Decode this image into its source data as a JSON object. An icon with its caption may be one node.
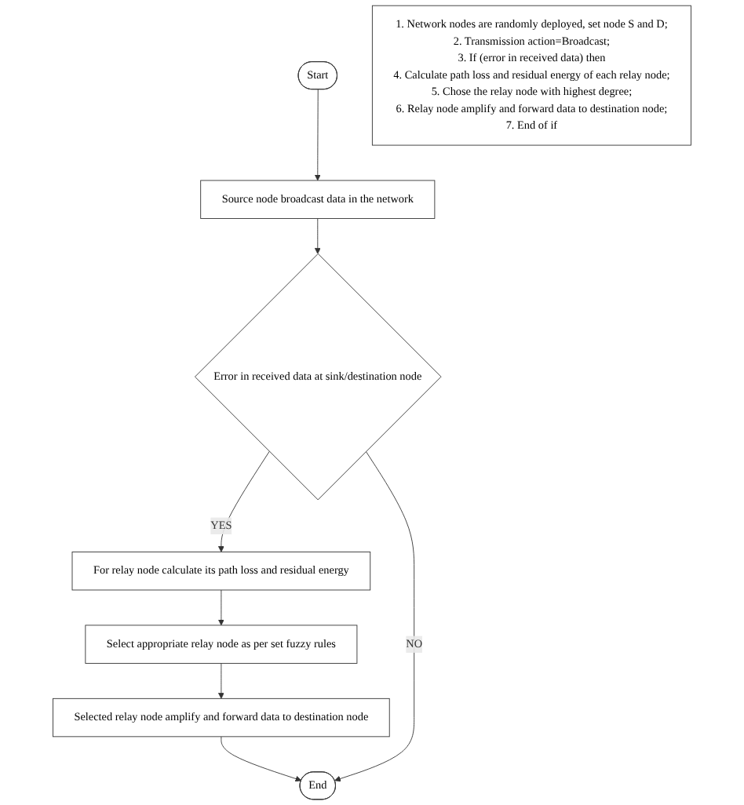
{
  "diagram": {
    "nodes": [
      {
        "text": [
          "Start"
        ]
      },
      {
        "text": [
          "Source node broadcast data in the network"
        ]
      },
      {
        "text": [
          "Error in received data at sink/destination node"
        ]
      },
      {
        "text": [
          "For relay node calculate its path loss and residual energy"
        ]
      },
      {
        "text": [
          "Select appropriate relay node as per set fuzzy rules"
        ]
      },
      {
        "text": [
          "Selected relay node amplify and forward data to destination node"
        ]
      },
      {
        "text": [
          "End"
        ]
      },
      {
        "text": [
          "1. Network nodes are randomly deployed, set node S and D;",
          "2. Transmission action=Broadcast;",
          "3. If (error in received data) then",
          "4. Calculate path loss and residual energy of each relay node;",
          "5. Chose the relay node with highest degree;",
          "6. Relay node amplify and forward data to destination node;",
          "7. End of if"
        ]
      }
    ],
    "edges": [
      {
        "from": 0,
        "to": 1,
        "arrow": "to"
      },
      {
        "from": 1,
        "to": 2,
        "arrow": "to"
      },
      {
        "from": 2,
        "to": 3,
        "label": "YES",
        "arrow": "to"
      },
      {
        "from": 3,
        "to": 4,
        "arrow": "to"
      },
      {
        "from": 4,
        "to": 5,
        "arrow": "to"
      },
      {
        "from": 5,
        "to": 6,
        "arrow": "to"
      },
      {
        "from": 2,
        "to": 6,
        "label": "NO",
        "arrow": "to"
      }
    ]
  }
}
